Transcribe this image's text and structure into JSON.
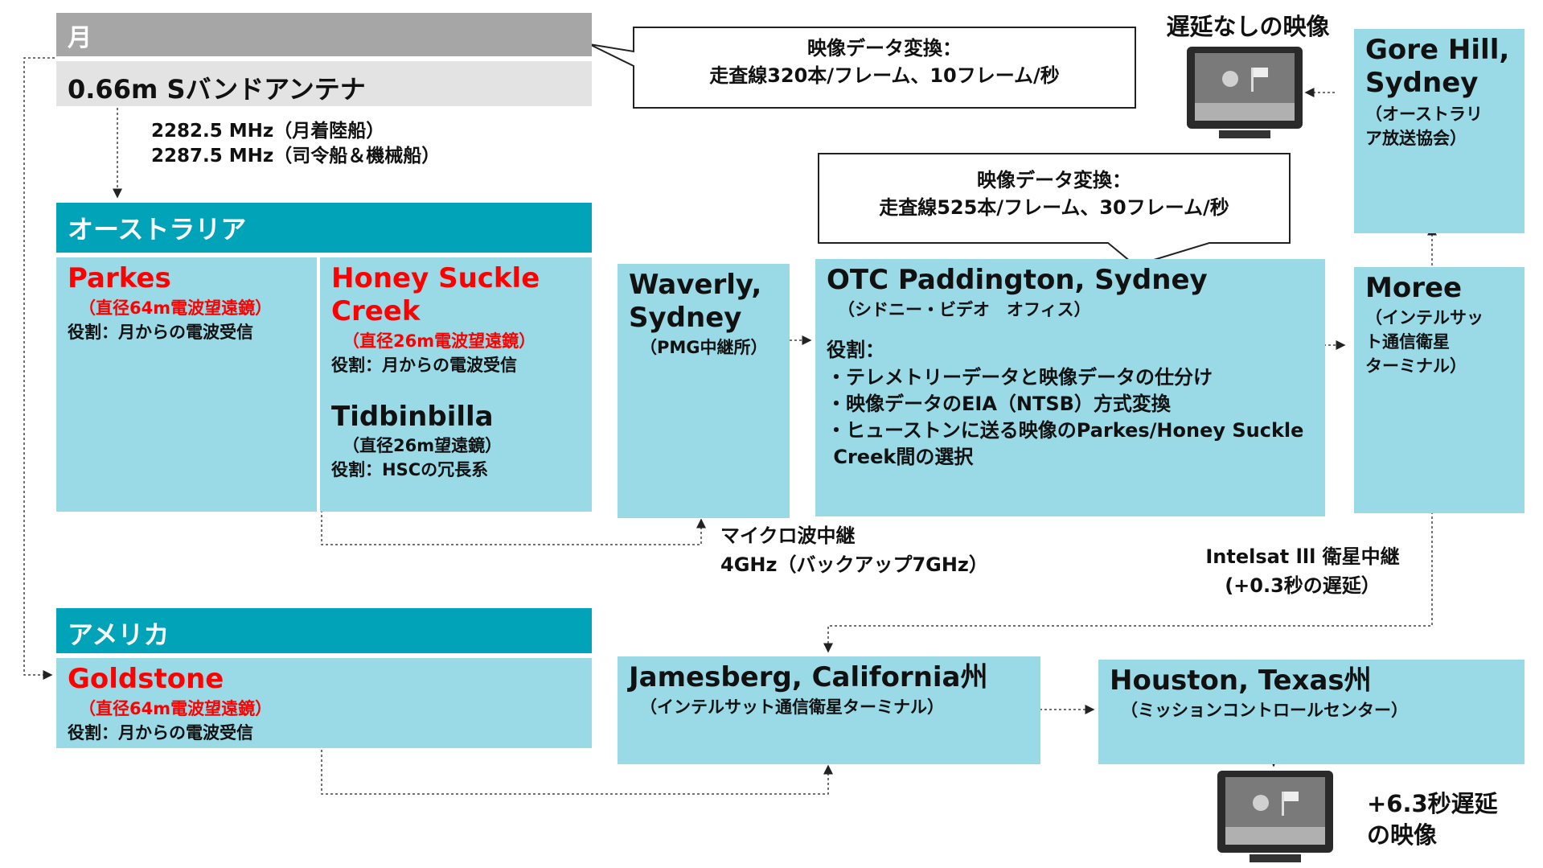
{
  "moon": {
    "label": "月",
    "antenna": "0.66m Sバンドアンテナ"
  },
  "frequencies": {
    "line1": "2282.5 MHz（月着陸船）",
    "line2": "2287.5 MHz（司令船＆機械船）"
  },
  "callout_top": {
    "line1": "映像データ変換：",
    "line2": "走査線320本/フレーム、10フレーム/秒"
  },
  "callout_mid": {
    "line1": "映像データ変換：",
    "line2": "走査線525本/フレーム、30フレーム/秒"
  },
  "tv_top_label": "遅延なしの映像",
  "tv_bottom_label": {
    "line1": "+6.3秒遅延",
    "line2": "の映像"
  },
  "australia": {
    "header": "オーストラリア",
    "parkes": {
      "name": "Parkes",
      "spec": "（直径64m電波望遠鏡）",
      "role": "役割：月からの電波受信"
    },
    "honeysuckle": {
      "name1": "Honey Suckle",
      "name2": "Creek",
      "spec": "（直径26m電波望遠鏡）",
      "role": "役割：月からの電波受信"
    },
    "tidbinbilla": {
      "name": "Tidbinbilla",
      "spec": "（直径26m望遠鏡）",
      "role": "役割：HSCの冗長系"
    }
  },
  "waverly": {
    "name1": "Waverly,",
    "name2": "Sydney",
    "sub": "（PMG中継所）"
  },
  "otc": {
    "name": "OTC Paddington, Sydney",
    "sub": "（シドニー・ビデオ　オフィス）",
    "role_header": "役割：",
    "items": [
      "・テレメトリーデータと映像データの仕分け",
      "・映像データのEIA（NTSB）方式変換",
      "・ヒューストンに送る映像のParkes/Honey Suckle",
      " Creek間の選択"
    ]
  },
  "goreHill": {
    "name1": "Gore Hill,",
    "name2": "Sydney",
    "sub1": "（オーストラリ",
    "sub2": "ア放送協会）"
  },
  "moree": {
    "name": "Moree",
    "sub1": "（インテルサッ",
    "sub2": "ト通信衛星",
    "sub3": "ターミナル）"
  },
  "microwave": {
    "line1": "マイクロ波中継",
    "line2": "4GHz（バックアップ7GHz）"
  },
  "intelsat": {
    "line1": "Intelsat lll 衛星中継",
    "line2": "(+0.3秒の遅延）"
  },
  "america": {
    "header": "アメリカ",
    "goldstone": {
      "name": "Goldstone",
      "spec": "（直径64m電波望遠鏡）",
      "role": "役割：月からの電波受信"
    }
  },
  "jamesberg": {
    "name": "Jamesberg, California州",
    "sub": "（インテルサット通信衛星ターミナル）"
  },
  "houston": {
    "name": "Houston, Texas州",
    "sub": "（ミッションコントロールセンター）"
  }
}
